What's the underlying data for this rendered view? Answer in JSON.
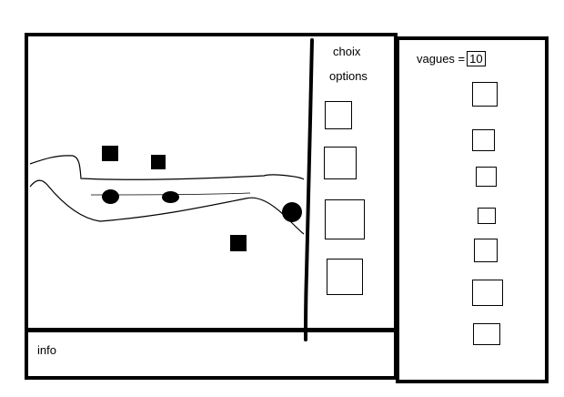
{
  "game": {
    "choices_label": "choix",
    "options_label": "options"
  },
  "info": {
    "label": "info"
  },
  "waves": {
    "label": "vagues =",
    "count": "10"
  },
  "icons": {
    "tower": "square-tower-icon",
    "enemy": "round-enemy-icon"
  }
}
